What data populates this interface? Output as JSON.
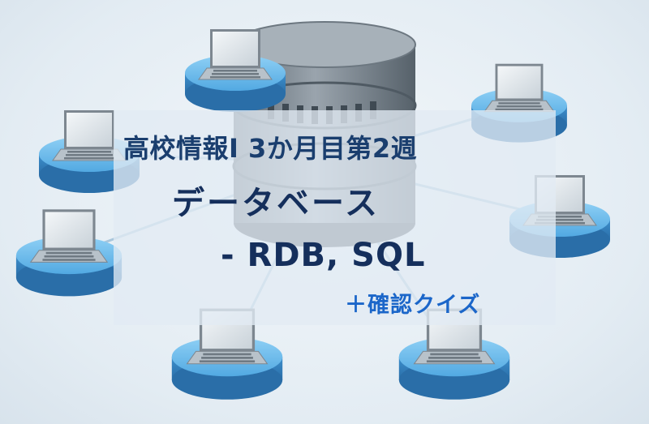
{
  "slide": {
    "line1": "高校情報I 3か月目第2週",
    "line2": "データベース",
    "line3": "- RDB, SQL",
    "line4": "＋確認クイズ"
  },
  "illustration": {
    "center": "database-icon",
    "clients": [
      "laptop-icon",
      "laptop-icon",
      "laptop-icon",
      "laptop-icon",
      "laptop-icon",
      "laptop-icon",
      "laptop-icon",
      "laptop-icon"
    ],
    "colors": {
      "platform": "#5fb3e8",
      "database": "#7c8790",
      "title": "#152f5c",
      "accent": "#1b66c9",
      "background": "#e8eff5"
    }
  }
}
